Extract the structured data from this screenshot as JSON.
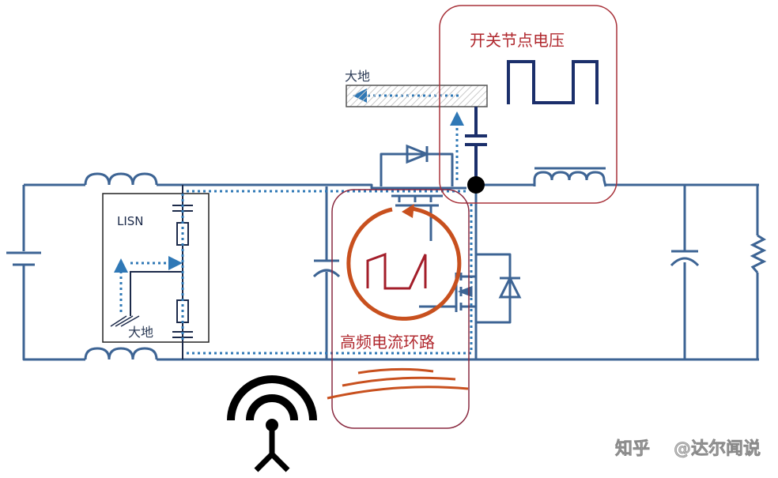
{
  "labels": {
    "switch_node_voltage": "开关节点电压",
    "earth_top": "大地",
    "earth_lisn": "大地",
    "lisn": "LISN",
    "hf_current_loop": "高频电流环路",
    "watermark_site": "知乎",
    "watermark_author": "@达尔闻说"
  },
  "colors": {
    "wire": "#3d6494",
    "dark_wire": "#1b2f6b",
    "dotted_path": "#2f78b6",
    "highlight_box": "#a8323a",
    "loop_arrow": "#c8501e",
    "waveform_red": "#a31e2a",
    "waveform_dark": "#1b2f6b",
    "antenna": "#000000"
  },
  "icons": {
    "antenna": "radio-antenna-icon",
    "ground": "earth-ground-icon"
  }
}
